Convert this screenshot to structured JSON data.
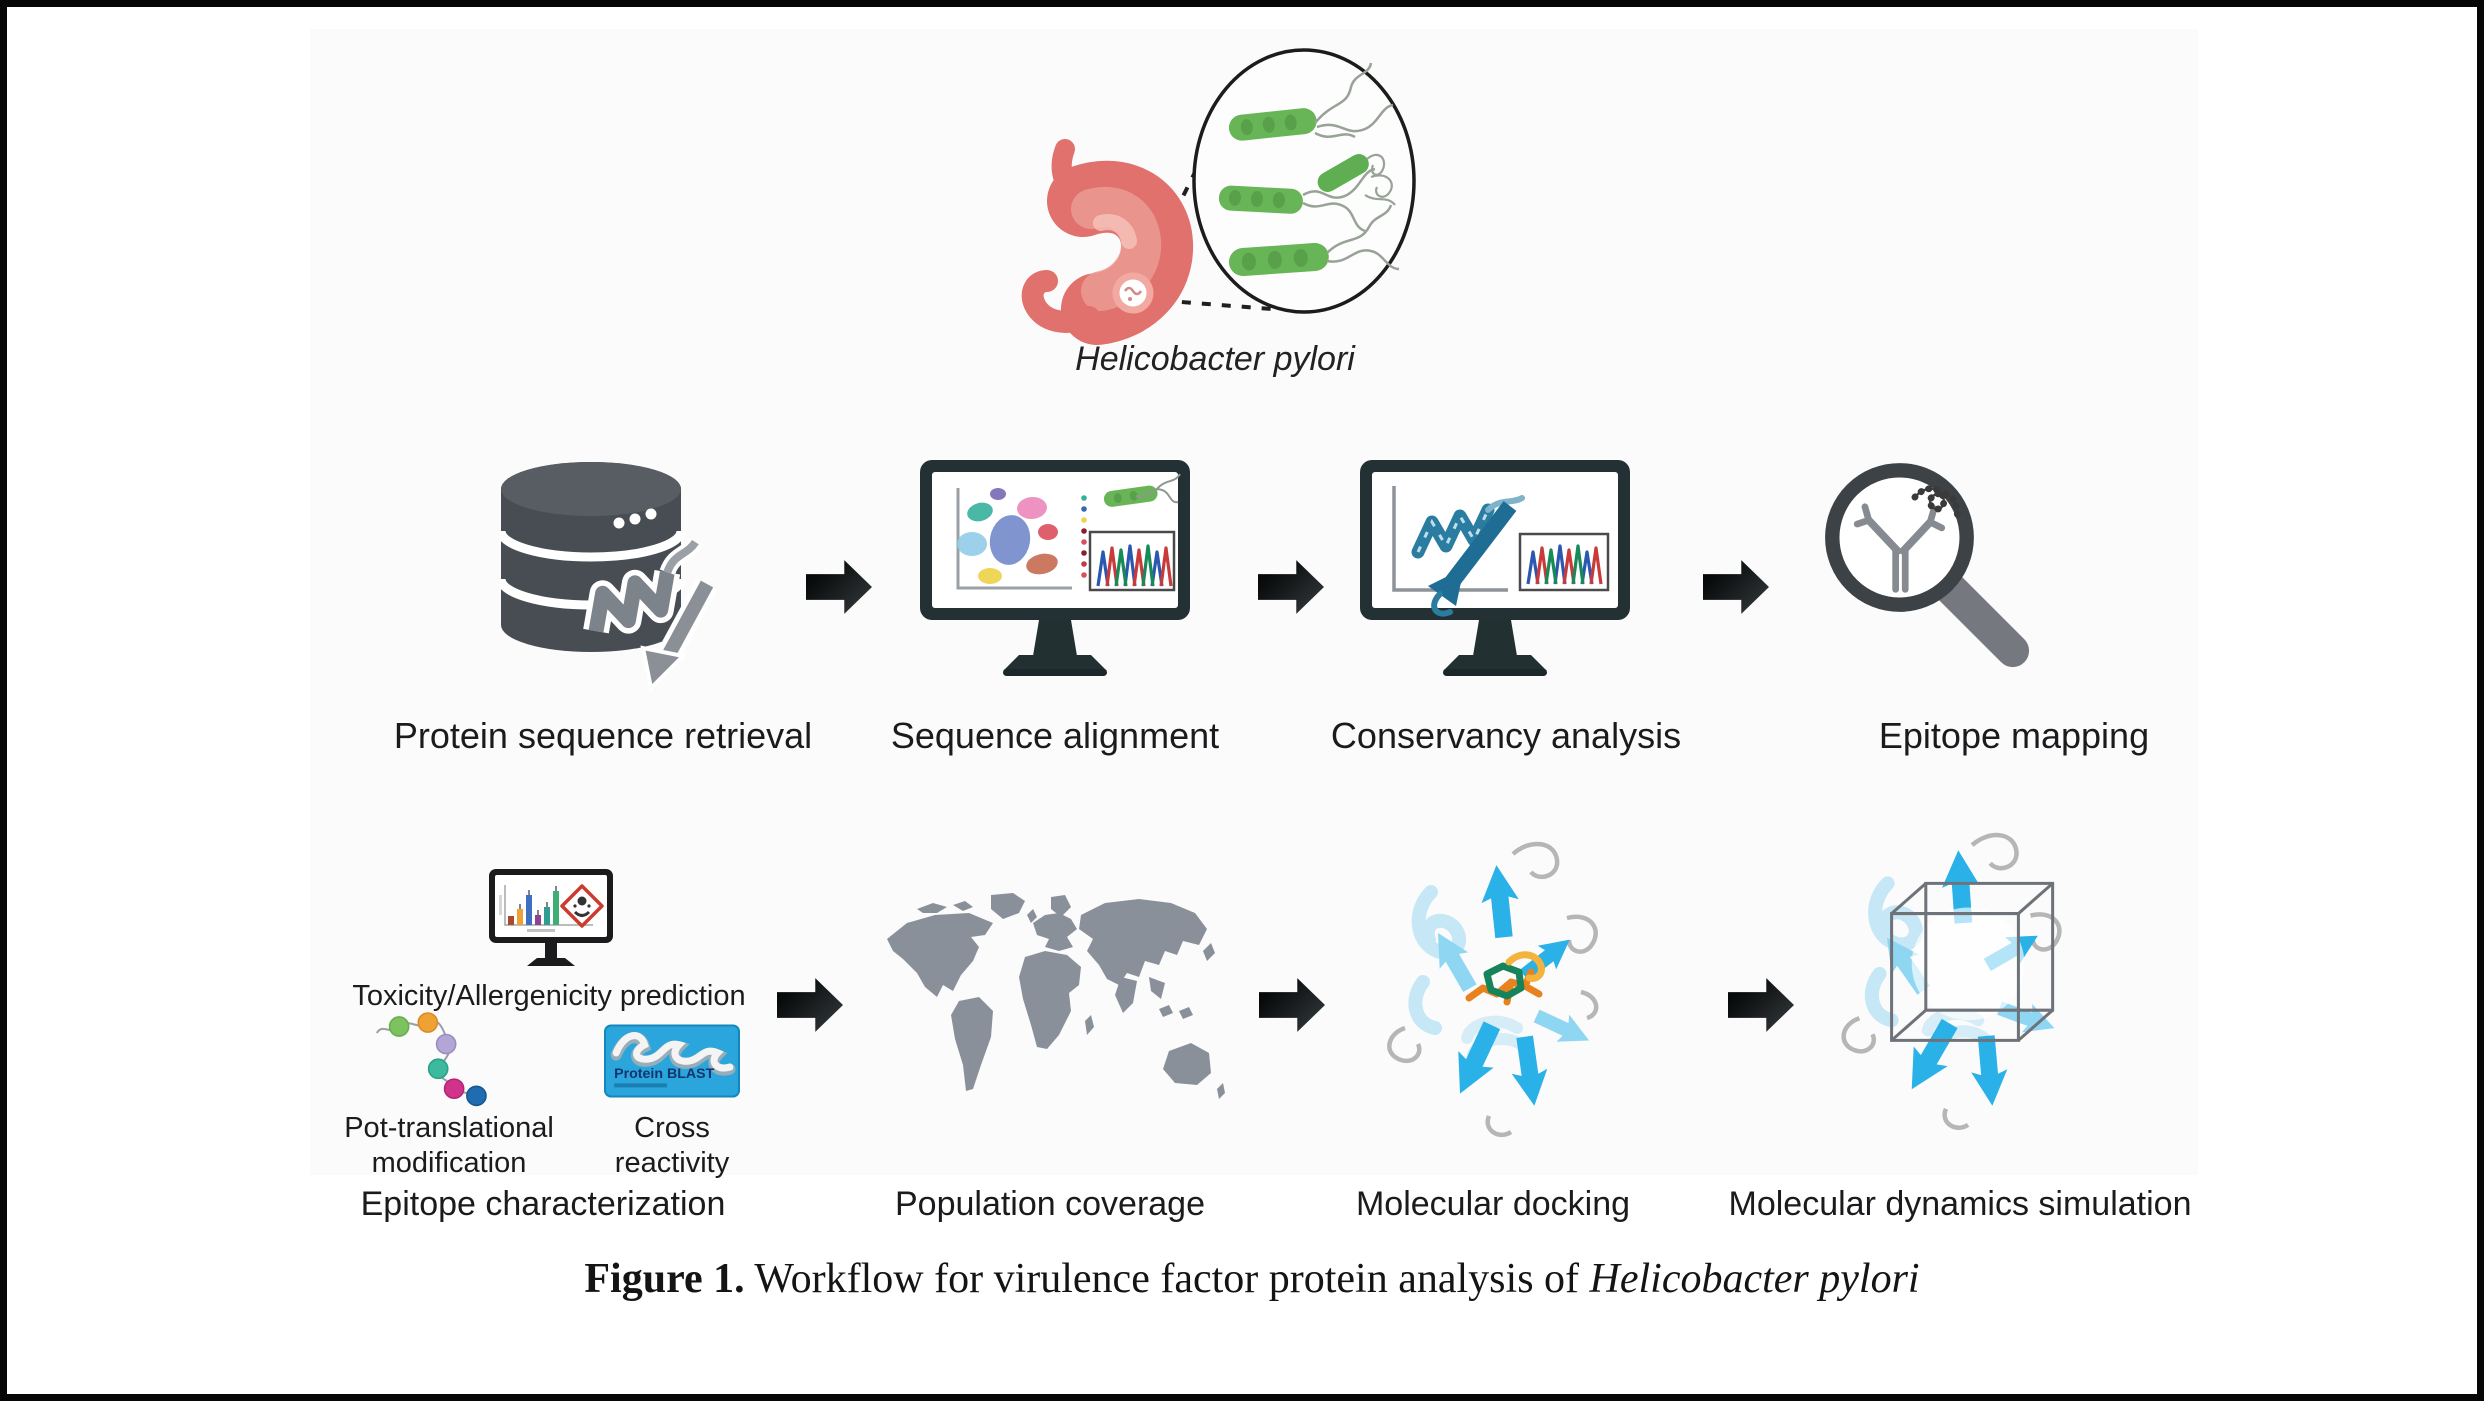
{
  "top_illustration": {
    "organism_label": "Helicobacter pylori"
  },
  "workflow_row1": {
    "steps": [
      {
        "label": "Protein sequence retrieval",
        "icon": "database-protein-icon"
      },
      {
        "label": "Sequence alignment",
        "icon": "monitor-cluster-chromatogram-icon"
      },
      {
        "label": "Conservancy analysis",
        "icon": "monitor-protein-chromatogram-icon"
      },
      {
        "label": "Epitope mapping",
        "icon": "magnifier-antibody-icon"
      }
    ]
  },
  "workflow_row2": {
    "epitope_characterization": {
      "group_label": "Epitope characterization",
      "toxicity": {
        "label": "Toxicity/Allergenicity prediction",
        "icon": "monitor-barchart-hazard-icon"
      },
      "ptm": {
        "label": "Pot-translational modification",
        "icon": "beads-chain-icon"
      },
      "cross_reactivity": {
        "label": "Cross reactivity",
        "icon": "protein-blast-card-icon",
        "card_text": "Protein BLAST"
      }
    },
    "steps": [
      {
        "label": "Population coverage",
        "icon": "world-map-icon"
      },
      {
        "label": "Molecular docking",
        "icon": "docked-ligand-protein-icon"
      },
      {
        "label": "Molecular dynamics simulation",
        "icon": "protein-in-simulation-box-icon"
      }
    ]
  },
  "caption": {
    "figure_label": "Figure 1.",
    "text": " Workflow for virulence factor protein analysis of ",
    "organism_italic": "Helicobacter pylori"
  },
  "colors": {
    "arrow": "#16191b",
    "bacteria_green": "#68b557",
    "stomach_pink": "#e0716c",
    "map_gray": "#8a909a",
    "monitor_frame": "#233134",
    "protein_blue": "#2ab2e8",
    "blast_card_blue": "#2aa6dc",
    "hazard_red": "#cf3a2e"
  }
}
